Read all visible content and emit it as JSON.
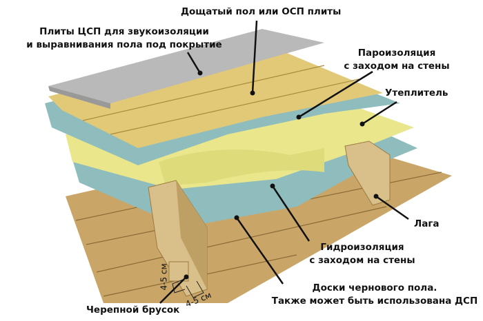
{
  "labels": {
    "top_floor": "Дощатый пол или ОСП плиты",
    "csp_line1": "Плиты ЦСП для звукоизоляции",
    "csp_line2": "и выравнивания пола под покрытие",
    "vapor_line1": "Пароизоляция",
    "vapor_line2": "с заходом на стены",
    "insulation": "Утеплитель",
    "joist": "Лага",
    "water_line1": "Гидроизоляция",
    "water_line2": "с заходом на стены",
    "subfloor_line1": "Доски чернового пола.",
    "subfloor_line2": "Также может быть использована ДСП",
    "cranial_bar": "Черепной брусок",
    "dim_vertical": "4-5 см",
    "dim_horizontal": "4-5 см"
  },
  "colors": {
    "wood": "#c9a667",
    "top_boards": "#e2c978",
    "csp": "#b9b9b9",
    "membrane": "#8fbcbd",
    "insulation": "#e9e68c"
  }
}
